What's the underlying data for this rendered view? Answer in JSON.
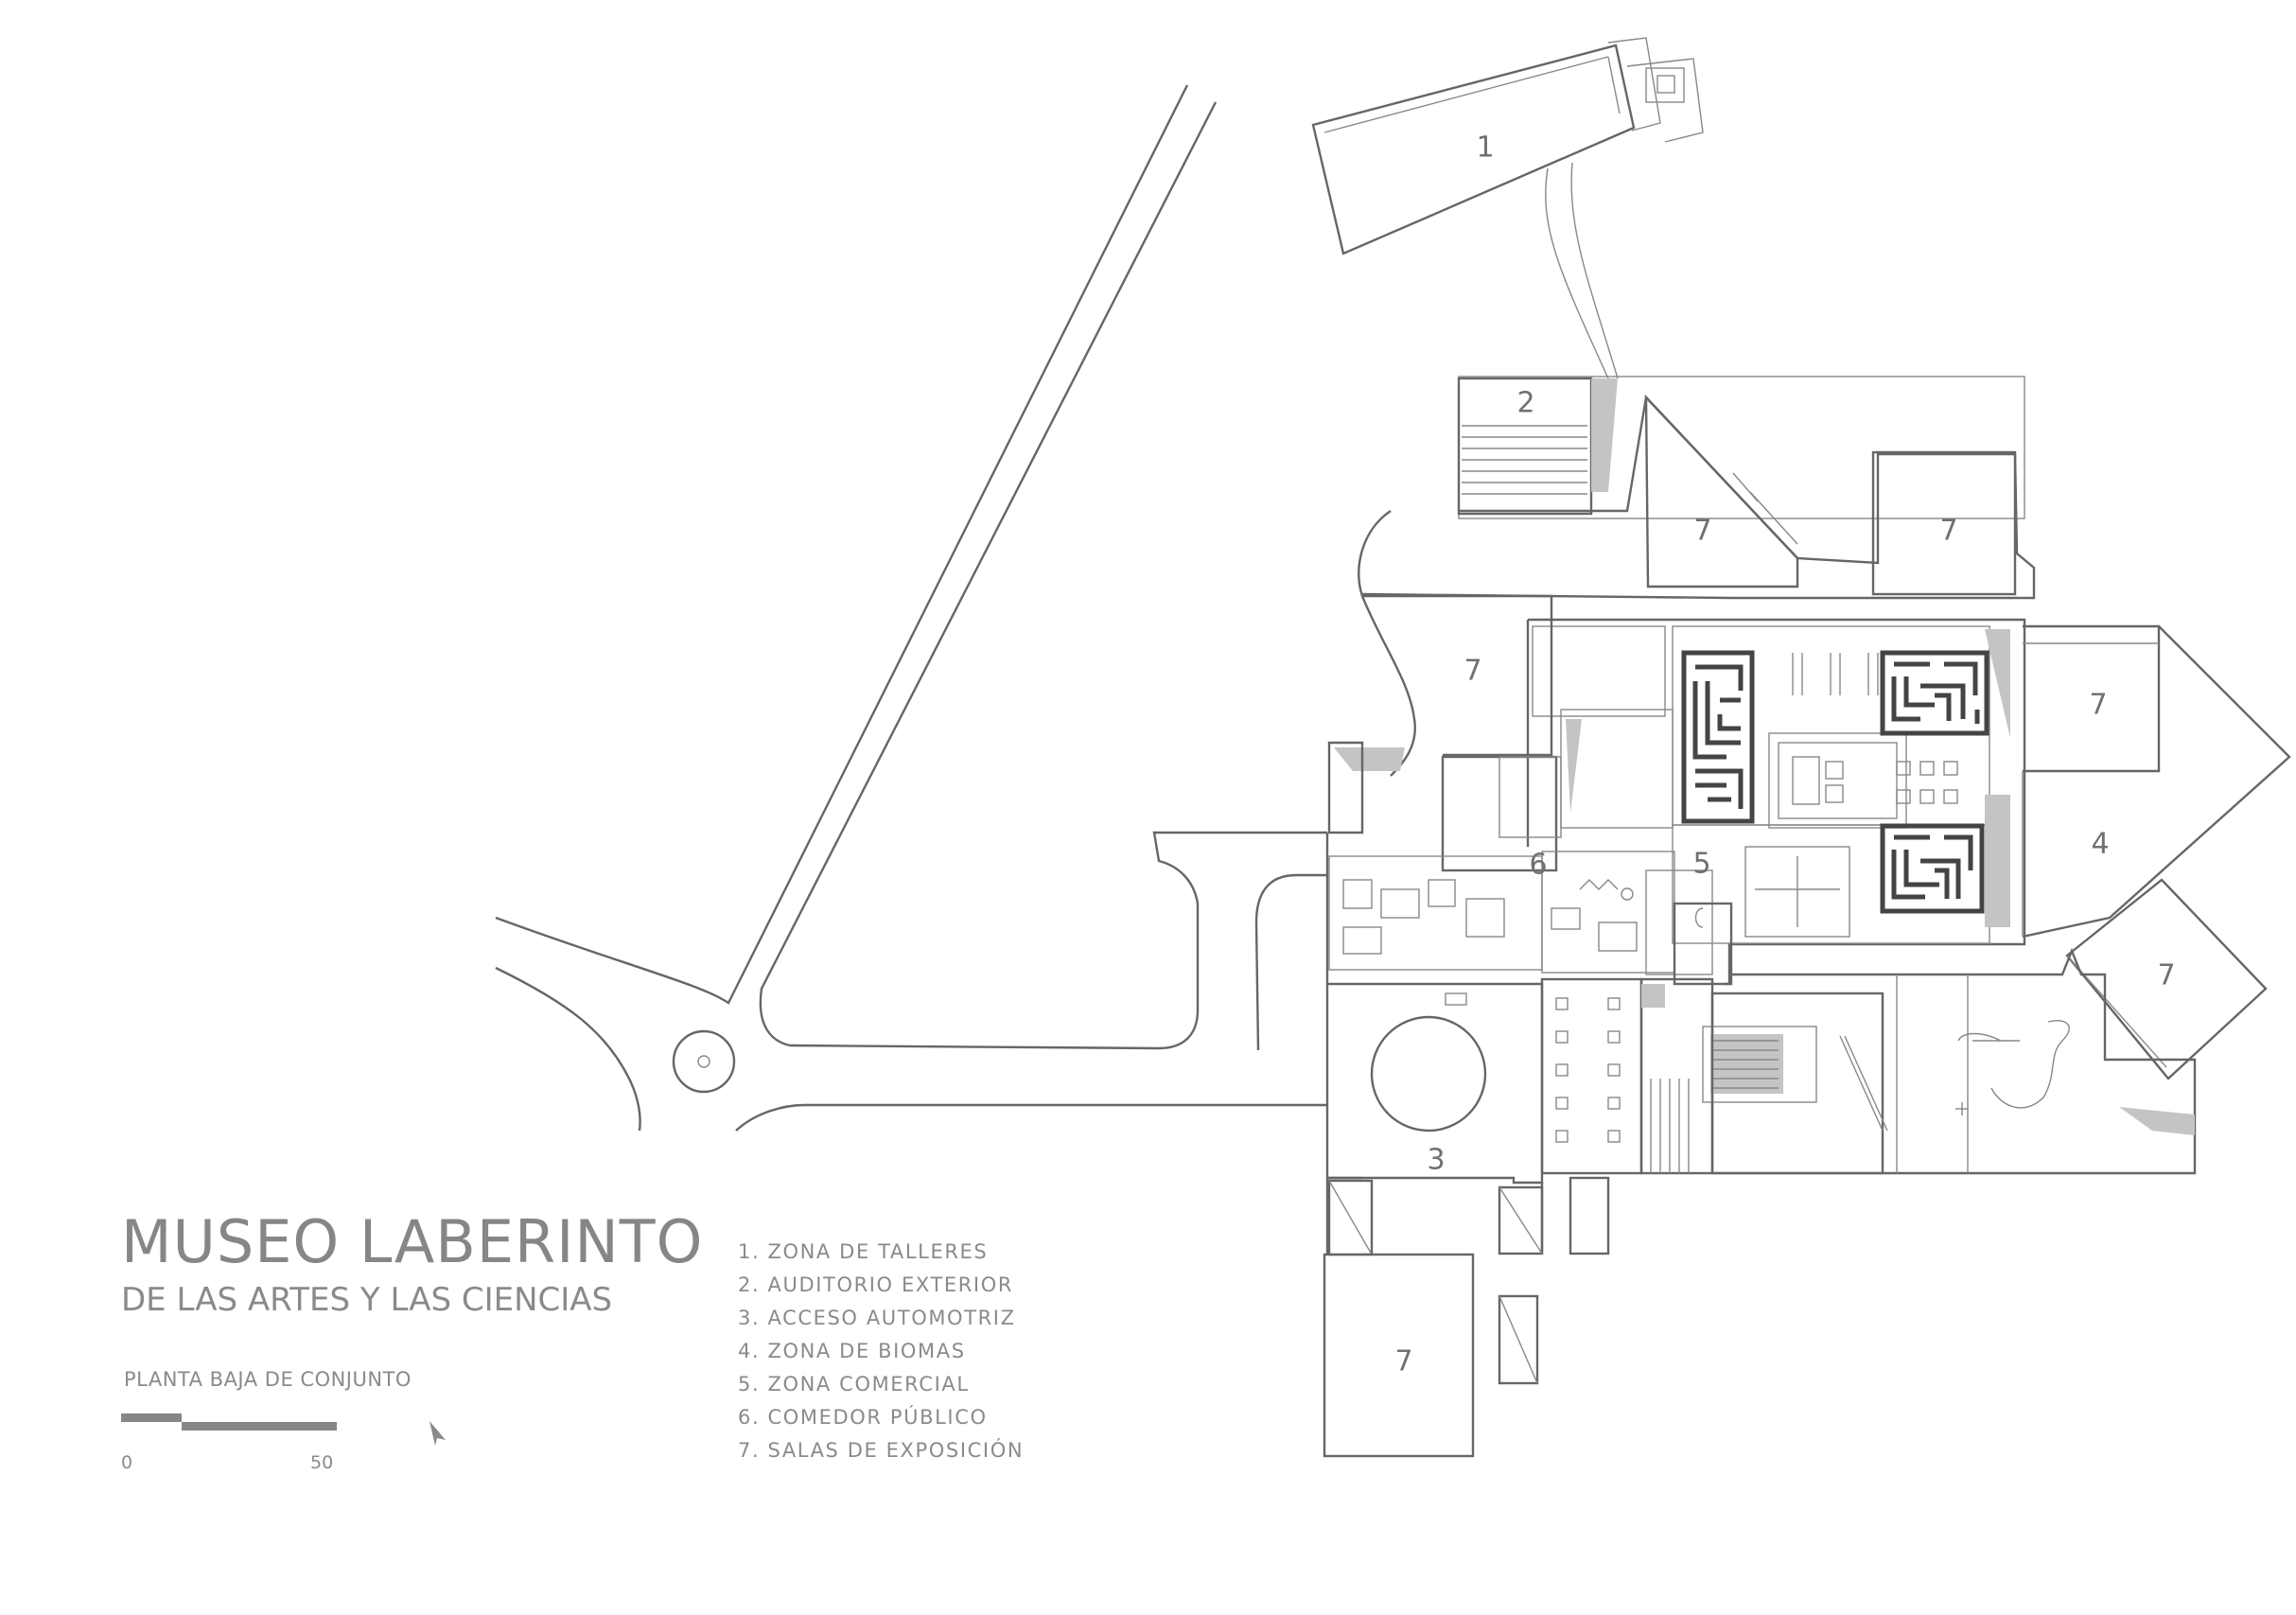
{
  "title": {
    "main": "MUSEO LABERINTO",
    "sub": "DE LAS ARTES Y LAS CIENCIAS"
  },
  "subtitle": "PLANTA BAJA DE CONJUNTO",
  "scale": {
    "min_label": "0",
    "max_label": "50"
  },
  "icons": {
    "north": "north-arrow-icon"
  },
  "legend": [
    "1. ZONA DE TALLERES",
    "2. AUDITORIO EXTERIOR",
    "3. ACCESO AUTOMOTRIZ",
    "4. ZONA DE BIOMAS",
    "5. ZONA COMERCIAL",
    "6. COMEDOR PÚBLICO",
    "7. SALAS DE EXPOSICIÓN"
  ],
  "zone_labels": {
    "talleres": "1",
    "auditorio": "2",
    "acceso": "3",
    "biomas": "4",
    "comercial": "5",
    "comedor": "6",
    "sala_nw_triangle": "7",
    "sala_ne": "7",
    "sala_w": "7",
    "sala_east": "7",
    "sala_se": "7",
    "sala_south": "7"
  },
  "colors": {
    "line": "#666666",
    "text": "#868686",
    "fill": "#c4c4c4",
    "maze": "#444444"
  }
}
